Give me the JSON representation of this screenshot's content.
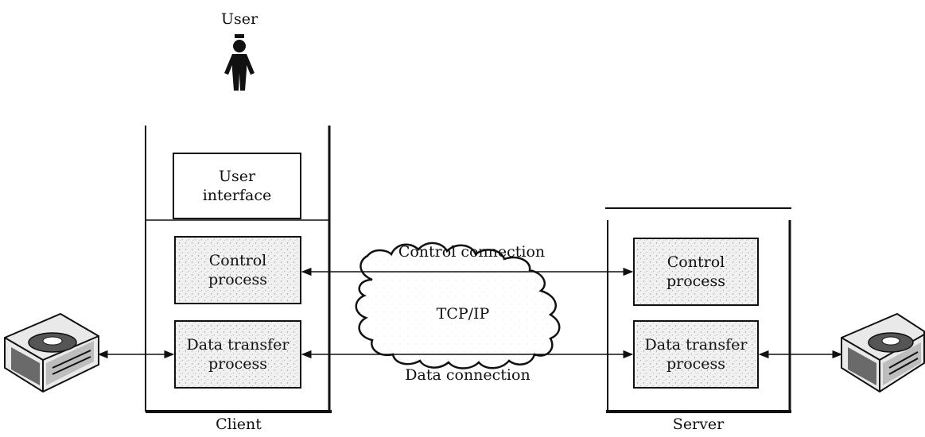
{
  "user_label": "User",
  "client": {
    "label": "Client",
    "user_interface": [
      "User",
      "interface"
    ],
    "control_process": [
      "Control",
      "process"
    ],
    "data_transfer_process": [
      "Data transfer",
      "process"
    ]
  },
  "server": {
    "label": "Server",
    "control_process": [
      "Control",
      "process"
    ],
    "data_transfer_process": [
      "Data transfer",
      "process"
    ]
  },
  "network": {
    "cloud_label": "TCP/IP",
    "control_connection_label": "Control connection",
    "data_connection_label": "Data connection"
  },
  "icons": [
    "user-icon",
    "disk-drive-icon"
  ]
}
